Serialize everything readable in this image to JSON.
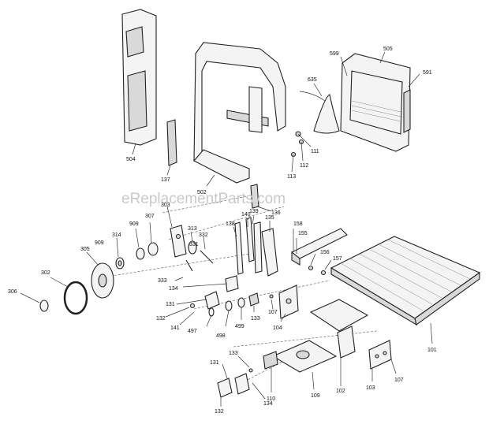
{
  "watermark": "eReplacementParts.com",
  "callouts": {
    "c504": "504",
    "c137": "137",
    "c502": "502",
    "c635": "635",
    "c599": "599",
    "c505": "505",
    "c591": "591",
    "c111": "111",
    "c112": "112",
    "c113": "113",
    "c136": "136",
    "c303": "303",
    "c140": "140",
    "c139": "139",
    "c138": "138",
    "c135": "135",
    "c307": "307",
    "c909a": "909",
    "c314": "314",
    "c909b": "909",
    "c313": "313",
    "c332": "332",
    "c331": "331",
    "c158": "158",
    "c155": "155",
    "c156": "156",
    "c157": "157",
    "c305": "305",
    "c302": "302",
    "c306": "306",
    "c333": "333",
    "c134a": "134",
    "c131a": "131",
    "c132a": "132",
    "c141": "141",
    "c497": "497",
    "c498": "498",
    "c499": "499",
    "c133a": "133",
    "c107a": "107",
    "c104": "104",
    "c101": "101",
    "c133b": "133",
    "c131b": "131",
    "c134b": "134",
    "c110": "110",
    "c109": "109",
    "c102": "102",
    "c103": "103",
    "c107b": "107",
    "c132b": "132"
  }
}
